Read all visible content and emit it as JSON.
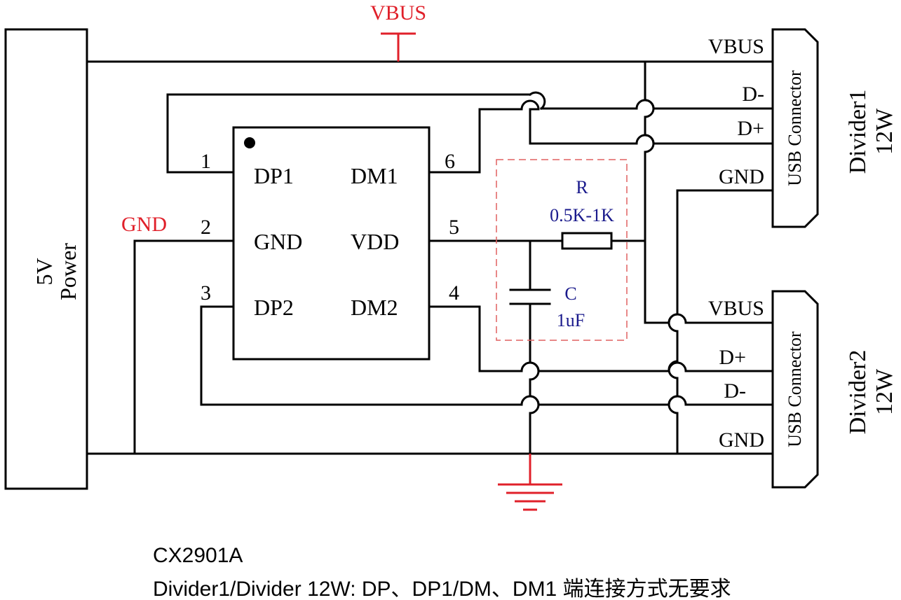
{
  "power": {
    "label_line1": "5V",
    "label_line2": "Power"
  },
  "nets": {
    "vbus_top": "VBUS",
    "gnd_left": "GND"
  },
  "chip": {
    "pins": {
      "p1": "1",
      "p2": "2",
      "p3": "3",
      "p4": "4",
      "p5": "5",
      "p6": "6"
    },
    "left_labels": [
      "DP1",
      "GND",
      "DP2"
    ],
    "right_labels": [
      "DM1",
      "VDD",
      "DM2"
    ]
  },
  "resistor": {
    "name": "R",
    "value": "0.5K-1K"
  },
  "capacitor": {
    "name": "C",
    "value": "1uF"
  },
  "connector1": {
    "lines": [
      "VBUS",
      "D-",
      "D+",
      "GND"
    ],
    "body_label": "USB Connector",
    "divider_label": "Divider1",
    "power_label": "12W"
  },
  "connector2": {
    "lines": [
      "VBUS",
      "D+",
      "D-",
      "GND"
    ],
    "body_label": "USB Connector",
    "divider_label": "Divider2",
    "power_label": "12W"
  },
  "caption": {
    "part": "CX2901A",
    "note": "Divider1/Divider    12W: DP、DP1/DM、DM1 端连接方式无要求"
  },
  "colors": {
    "wire": "#000000",
    "net_label": "#e0202a",
    "component_label": "#1a1a8c",
    "dashed_box": "#e06060"
  }
}
